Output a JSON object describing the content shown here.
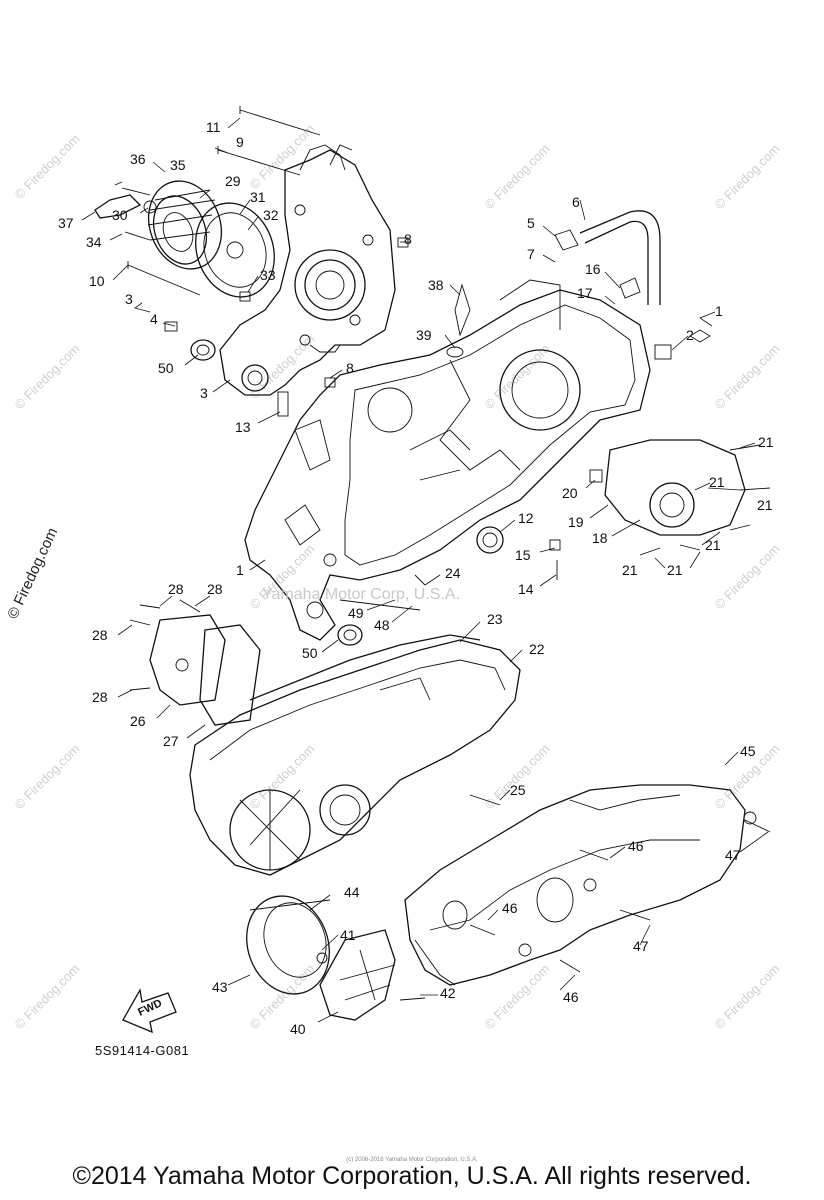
{
  "diagram": {
    "code": "5S91414-G081",
    "copyright": "©2014 Yamaha Motor Corporation, U.S.A. All rights reserved.",
    "small_notice": "(c) 2006-2016 Yamaha Motor Corporation, U.S.A.",
    "center_watermark": "Yamaha Motor Corp, U.S.A.",
    "side_watermark": "© Firedog.com",
    "watermark_text": "© Firedog.com",
    "fwd_label": "FWD"
  },
  "callouts": [
    "1",
    "2",
    "3",
    "4",
    "5",
    "6",
    "7",
    "8",
    "9",
    "10",
    "11",
    "12",
    "13",
    "14",
    "15",
    "16",
    "17",
    "18",
    "19",
    "20",
    "21",
    "22",
    "23",
    "24",
    "25",
    "26",
    "27",
    "28",
    "29",
    "30",
    "31",
    "32",
    "33",
    "34",
    "35",
    "36",
    "37",
    "38",
    "39",
    "40",
    "41",
    "42",
    "43",
    "44",
    "45",
    "46",
    "47",
    "48",
    "49",
    "50"
  ]
}
